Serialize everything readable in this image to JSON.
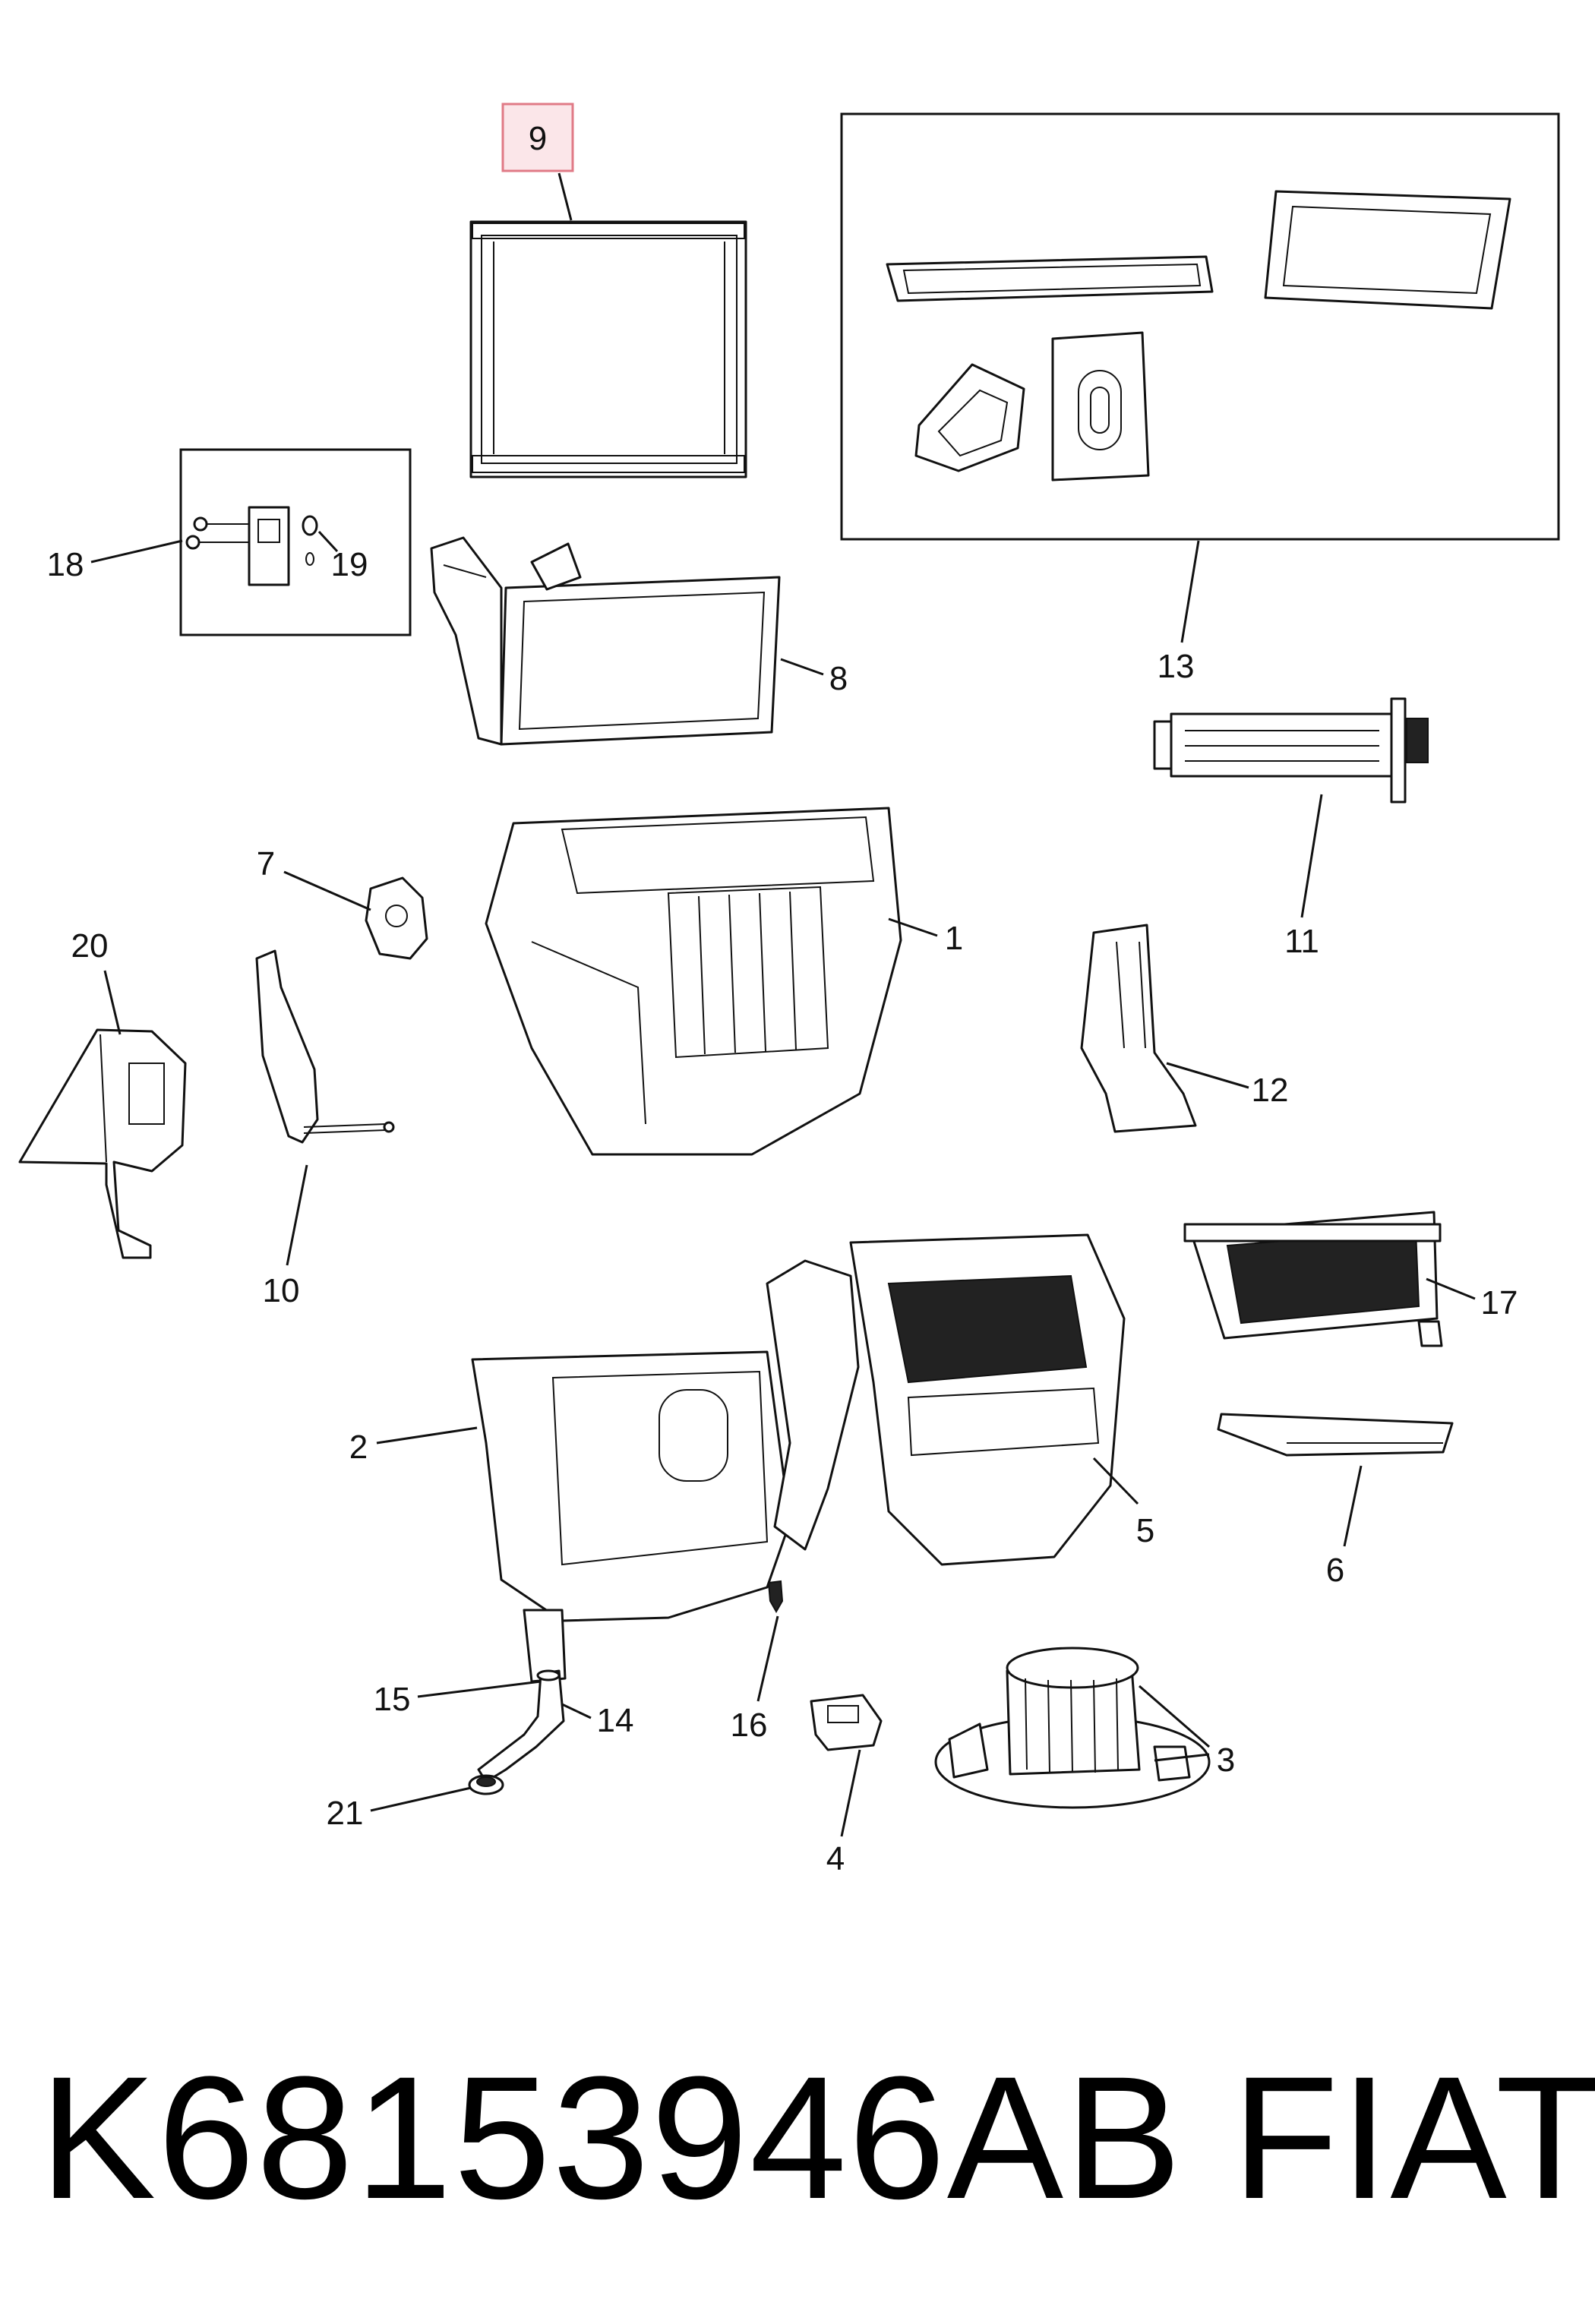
{
  "callouts": {
    "c1": "1",
    "c2": "2",
    "c3": "3",
    "c4": "4",
    "c5": "5",
    "c6": "6",
    "c7": "7",
    "c8": "8",
    "c9": "9",
    "c10": "10",
    "c11": "11",
    "c12": "12",
    "c13": "13",
    "c14": "14",
    "c15": "15",
    "c16": "16",
    "c17": "17",
    "c18": "18",
    "c19": "19",
    "c20": "20",
    "c21": "21"
  },
  "highlighted_callout": "9",
  "highlight_color": "#e07a86",
  "footer": {
    "part_number": "K68153946AB",
    "brand": "FIAT"
  }
}
